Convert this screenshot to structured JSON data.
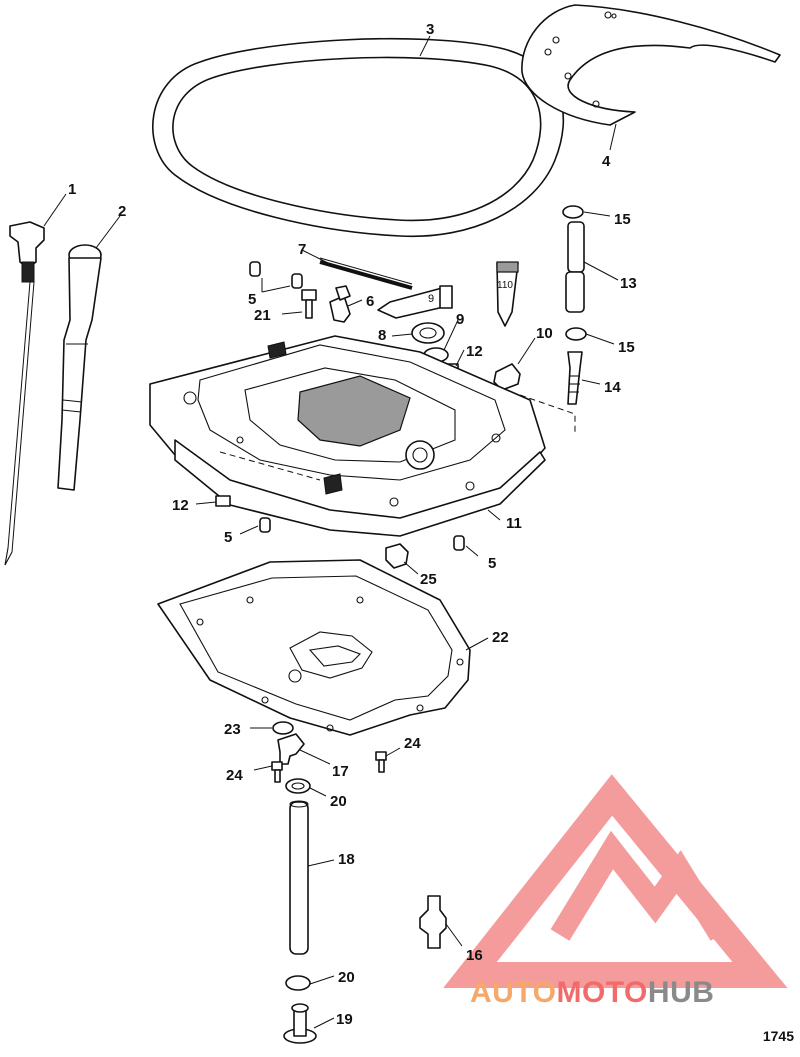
{
  "figure_number": "1745",
  "callouts": [
    "1",
    "2",
    "3",
    "4",
    "5",
    "5",
    "5",
    "6",
    "7",
    "8",
    "9",
    "10",
    "11",
    "12",
    "12",
    "13",
    "14",
    "15",
    "15",
    "16",
    "17",
    "18",
    "19",
    "20",
    "20",
    "21",
    "22",
    "23",
    "24",
    "24",
    "25"
  ],
  "tube_labels": {
    "part9": "9",
    "part10": "110"
  },
  "watermark": {
    "part1": "AUTO",
    "part2": "MOTO",
    "part3": "HUB",
    "color1": "#f5a86a",
    "color2": "#f26b6b",
    "color3": "#8a8a8a",
    "logo_color": "#f27f7f"
  }
}
